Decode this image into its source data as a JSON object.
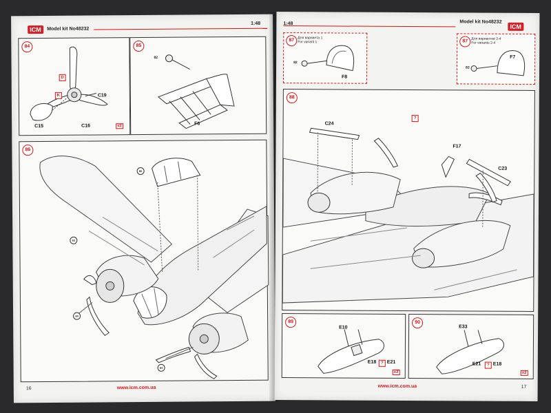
{
  "left_page": {
    "logo": "ICM",
    "model_kit": "Model kit No48232",
    "scale": "1:48",
    "page_number": "16",
    "url": "www.icm.com.ua",
    "steps": [
      {
        "number": "84",
        "parts": [
          "C19",
          "C15",
          "C16"
        ],
        "markers": [
          "D",
          "K"
        ],
        "multiplier": "x2"
      },
      {
        "number": "85",
        "parts": [
          "F6"
        ],
        "ref": "82"
      },
      {
        "number": "86",
        "refs": [
          "85",
          "83",
          "84",
          "84"
        ]
      }
    ]
  },
  "right_page": {
    "logo": "ICM",
    "model_kit": "Model kit No48232",
    "scale": "1:48",
    "page_number": "17",
    "url": "www.icm.com.ua",
    "steps": [
      {
        "number": "87",
        "variant_ru": "Для варианта 1",
        "variant_en": "For variant 1",
        "parts": [
          "F8"
        ],
        "ref": "82"
      },
      {
        "number": "87",
        "variant_ru": "Для вариантов 2-4",
        "variant_en": "For variants 2-4",
        "parts": [
          "F7"
        ],
        "ref": "82"
      },
      {
        "number": "88",
        "parts": [
          "C24",
          "F17",
          "C23"
        ],
        "marker": "?"
      },
      {
        "number": "89",
        "parts": [
          "E10",
          "E18",
          "E21"
        ],
        "marker": "?",
        "multiplier": "x2"
      },
      {
        "number": "90",
        "parts": [
          "E33",
          "E21",
          "E18"
        ],
        "marker": "?",
        "multiplier": "x2"
      }
    ]
  }
}
